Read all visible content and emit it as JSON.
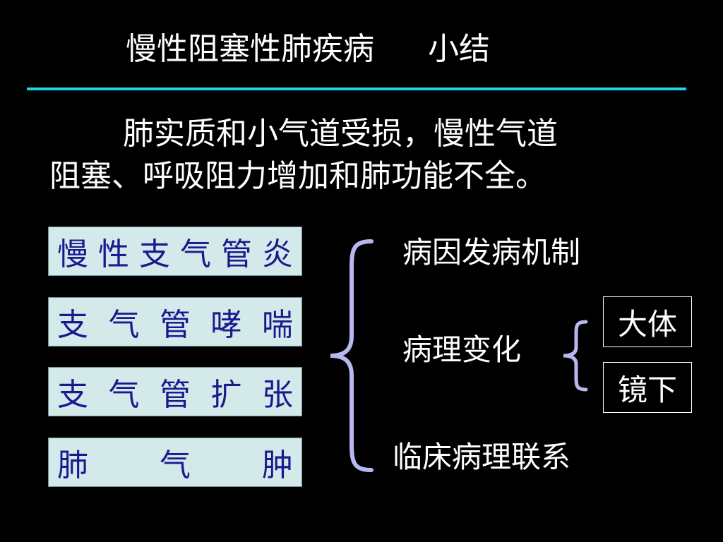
{
  "slide": {
    "title": "慢性阻塞性肺疾病",
    "subtitle": "小结",
    "summary_line1": "肺实质和小气道受损，慢性气道",
    "summary_line2": "阻塞、呼吸阻力增加和肺功能不全。",
    "accent_color": "#1fd6e6"
  },
  "diseases": [
    {
      "chars": [
        "慢",
        "性",
        "支",
        "气",
        "管",
        "炎"
      ]
    },
    {
      "chars": [
        "支",
        "气",
        "管",
        "哮",
        "喘"
      ]
    },
    {
      "chars": [
        "支",
        "气",
        "管",
        "扩",
        "张"
      ]
    },
    {
      "chars": [
        "肺",
        "气",
        "肿"
      ]
    }
  ],
  "topics": {
    "etiology": "病因发病机制",
    "pathology": "病理变化",
    "clinical": "临床病理联系"
  },
  "pathology_sub": {
    "gross": "大体",
    "microscopic": "镜下"
  }
}
